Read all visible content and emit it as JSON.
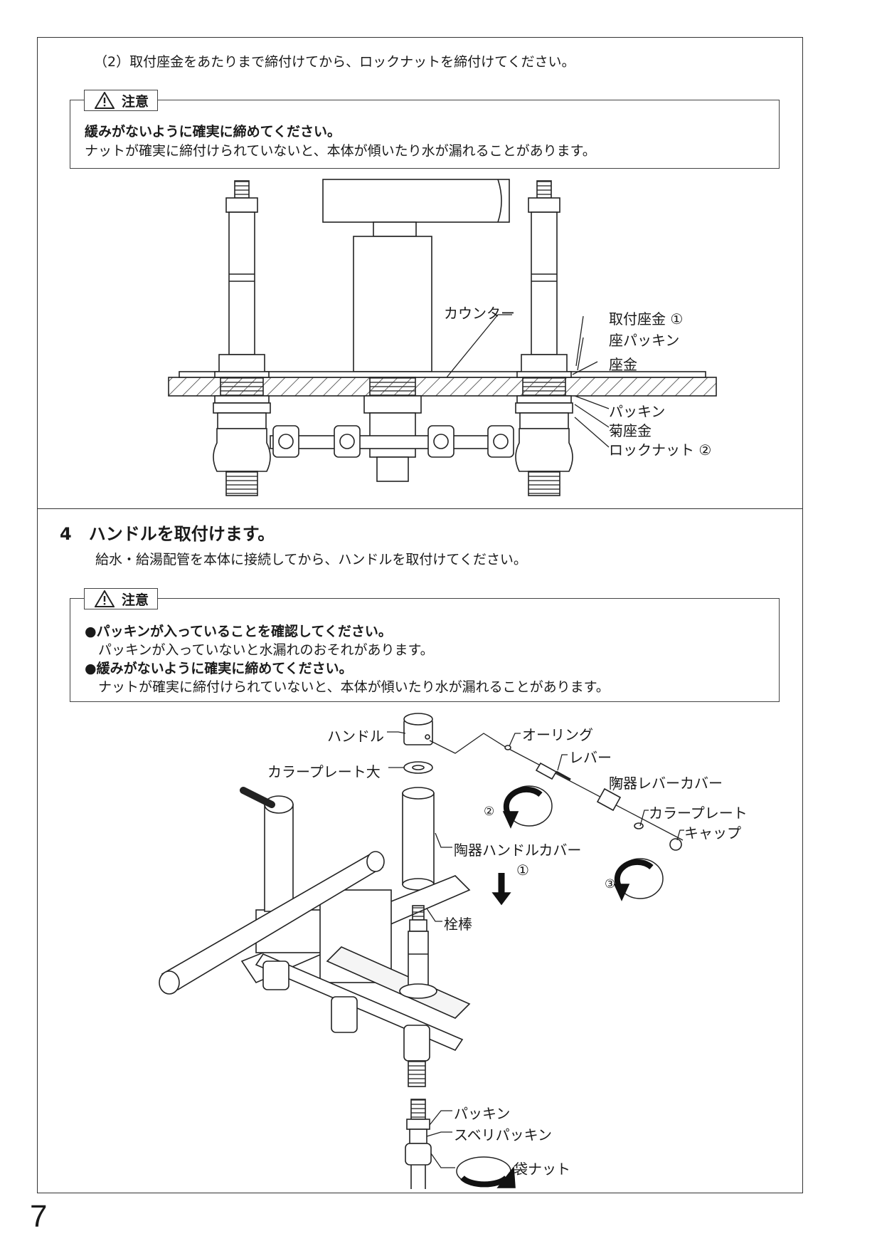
{
  "section3": {
    "intro": "（2）取付座金をあたりまで締付けてから、ロックナットを締付けてください。",
    "caution": {
      "tag": "注意",
      "line1": "緩みがないように確実に締めてください。",
      "line2": "ナットが確実に締付けられていないと、本体が傾いたり水が漏れることがあります。"
    },
    "labels": {
      "counter": "カウンター",
      "mount_washer": "取付座金 ①",
      "seat_packing": "座パッキン",
      "washer": "座金",
      "packing": "パッキン",
      "star_washer": "菊座金",
      "lock_nut": "ロックナット ②"
    }
  },
  "section4": {
    "title": "4　ハンドルを取付けます。",
    "subtitle": "給水・給湯配管を本体に接続してから、ハンドルを取付けてください。",
    "caution": {
      "tag": "注意",
      "line1": "●パッキンが入っていることを確認してください。",
      "line2": "　パッキンが入っていないと水漏れのおそれがあります。",
      "line3": "●緩みがないように確実に締めてください。",
      "line4": "　ナットが確実に締付けられていないと、本体が傾いたり水が漏れることがあります。"
    },
    "labels": {
      "handle": "ハンドル",
      "color_plate_large": "カラープレート大",
      "ceramic_handle_cover": "陶器ハンドルカバー",
      "step1": "①",
      "spindle": "栓棒",
      "o_ring": "オーリング",
      "lever": "レバー",
      "ceramic_lever_cover": "陶器レバーカバー",
      "color_plate": "カラープレート",
      "cap": "キャップ",
      "step2": "②",
      "step3": "③",
      "packing": "パッキン",
      "slip_packing": "スベリパッキン",
      "bag_nut": "袋ナット"
    }
  },
  "page_number": "7"
}
